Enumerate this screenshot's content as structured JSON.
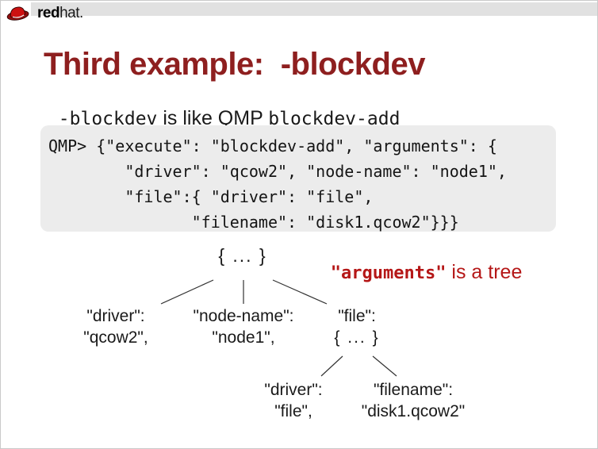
{
  "slide": {
    "logo": {
      "icon": "redhat-fedora-icon",
      "brand_bold": "red",
      "brand_light": "hat."
    },
    "title": "Third example:  -blockdev",
    "subtitle": {
      "mono_left": "-blockdev",
      "sans_middle": " is like QMP ",
      "mono_right": "blockdev-add"
    },
    "code": {
      "text": "QMP> {\"execute\": \"blockdev-add\", \"arguments\": {\n        \"driver\": \"qcow2\", \"node-name\": \"node1\",\n        \"file\":{ \"driver\": \"file\",\n               \"filename\": \"disk1.qcow2\"}}}"
    },
    "annotation": {
      "quoted_mono": "\"arguments\"",
      "rest_sans": " is a tree"
    },
    "tree": {
      "root": "{ ... }",
      "nodes": [
        {
          "line1": "\"driver\":",
          "line2": "\"qcow2\","
        },
        {
          "line1": "\"node-name\":",
          "line2": "\"node1\","
        },
        {
          "line1": "\"file\":",
          "line2": "{ ... }"
        },
        {
          "line1": "\"driver\":",
          "line2": "\"file\","
        },
        {
          "line1": "\"filename\":",
          "line2": "\"disk1.qcow2\""
        }
      ]
    },
    "colors": {
      "title_red": "#8e1f1f",
      "annotation_red": "#b51717",
      "code_background": "#ececec",
      "top_band_gray": "#e1e1e1",
      "logo_red": "#cc1111"
    }
  }
}
